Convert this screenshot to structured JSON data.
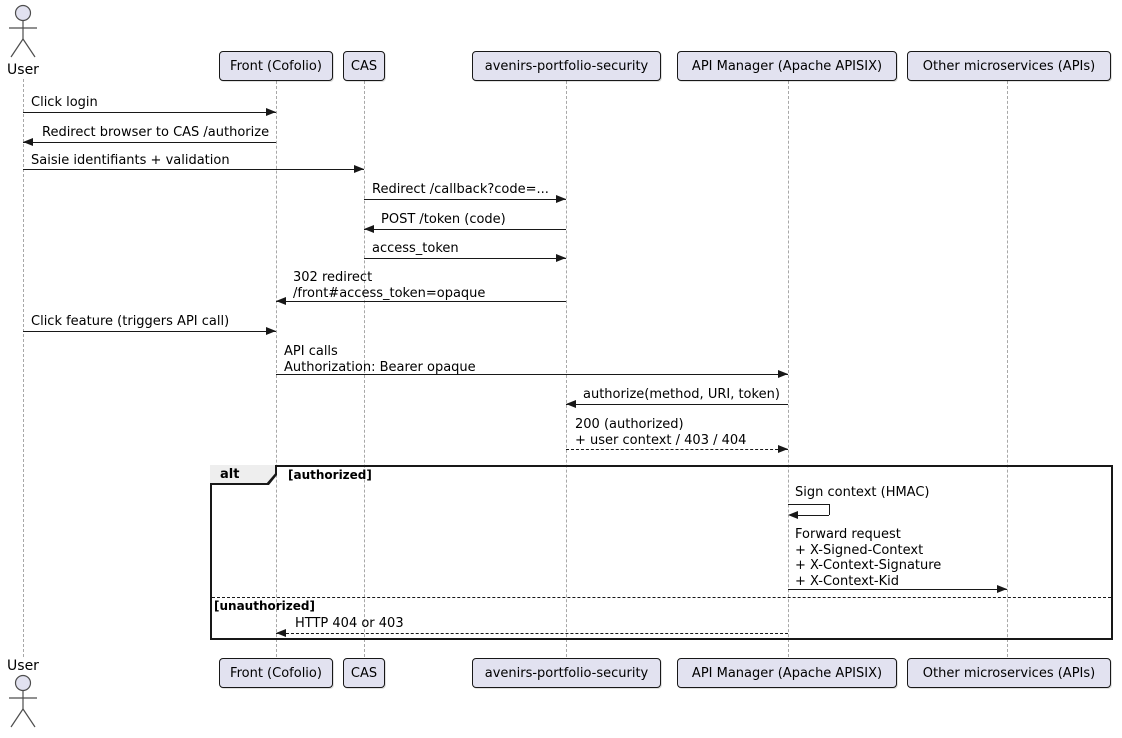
{
  "diagram": {
    "type": "uml-sequence",
    "colors": {
      "background": "#FFFFFF",
      "participant_fill": "#E2E2F0",
      "participant_border": "#181818",
      "lifeline": "#A8A8A8",
      "message_line": "#181818",
      "text": "#000000",
      "frame_border": "#181818",
      "frame_tab_fill": "#EEEEEE"
    },
    "actor_top": "User",
    "actor_bottom": "User",
    "participants": [
      "Front (Cofolio)",
      "CAS",
      "avenirs-portfolio-security",
      "API Manager (Apache APISIX)",
      "Other microservices (APIs)"
    ],
    "messages": [
      {
        "from": "User",
        "to": "Front (Cofolio)",
        "line": "solid",
        "lines": [
          "Click login"
        ]
      },
      {
        "from": "Front (Cofolio)",
        "to": "User",
        "line": "solid",
        "lines": [
          "Redirect browser to CAS /authorize"
        ]
      },
      {
        "from": "User",
        "to": "CAS",
        "line": "solid",
        "lines": [
          "Saisie identifiants + validation"
        ]
      },
      {
        "from": "CAS",
        "to": "avenirs-portfolio-security",
        "line": "solid",
        "lines": [
          "Redirect /callback?code=..."
        ]
      },
      {
        "from": "avenirs-portfolio-security",
        "to": "CAS",
        "line": "solid",
        "lines": [
          "POST /token (code)"
        ]
      },
      {
        "from": "CAS",
        "to": "avenirs-portfolio-security",
        "line": "solid",
        "lines": [
          "access_token"
        ]
      },
      {
        "from": "avenirs-portfolio-security",
        "to": "Front (Cofolio)",
        "line": "solid",
        "lines": [
          "302 redirect",
          "/front#access_token=opaque"
        ]
      },
      {
        "from": "User",
        "to": "Front (Cofolio)",
        "line": "solid",
        "lines": [
          "Click feature (triggers API call)"
        ]
      },
      {
        "from": "Front (Cofolio)",
        "to": "API Manager (Apache APISIX)",
        "line": "solid",
        "lines": [
          "API calls",
          "Authorization: Bearer opaque"
        ]
      },
      {
        "from": "API Manager (Apache APISIX)",
        "to": "avenirs-portfolio-security",
        "line": "solid",
        "lines": [
          "authorize(method, URI, token)"
        ]
      },
      {
        "from": "avenirs-portfolio-security",
        "to": "API Manager (Apache APISIX)",
        "line": "dashed",
        "lines": [
          "200 (authorized)",
          "+ user context / 403 / 404"
        ]
      },
      {
        "from": "API Manager (Apache APISIX)",
        "to": "API Manager (Apache APISIX)",
        "line": "self",
        "lines": [
          "Sign context (HMAC)"
        ]
      },
      {
        "from": "API Manager (Apache APISIX)",
        "to": "Other microservices (APIs)",
        "line": "solid",
        "lines": [
          "Forward request",
          "+ X-Signed-Context",
          "+ X-Context-Signature",
          "+ X-Context-Kid"
        ]
      },
      {
        "from": "API Manager (Apache APISIX)",
        "to": "Front (Cofolio)",
        "line": "dashed",
        "lines": [
          "HTTP 404 or 403"
        ]
      }
    ],
    "alt": {
      "operator": "alt",
      "guards": [
        "[authorized]",
        "[unauthorized]"
      ]
    }
  }
}
